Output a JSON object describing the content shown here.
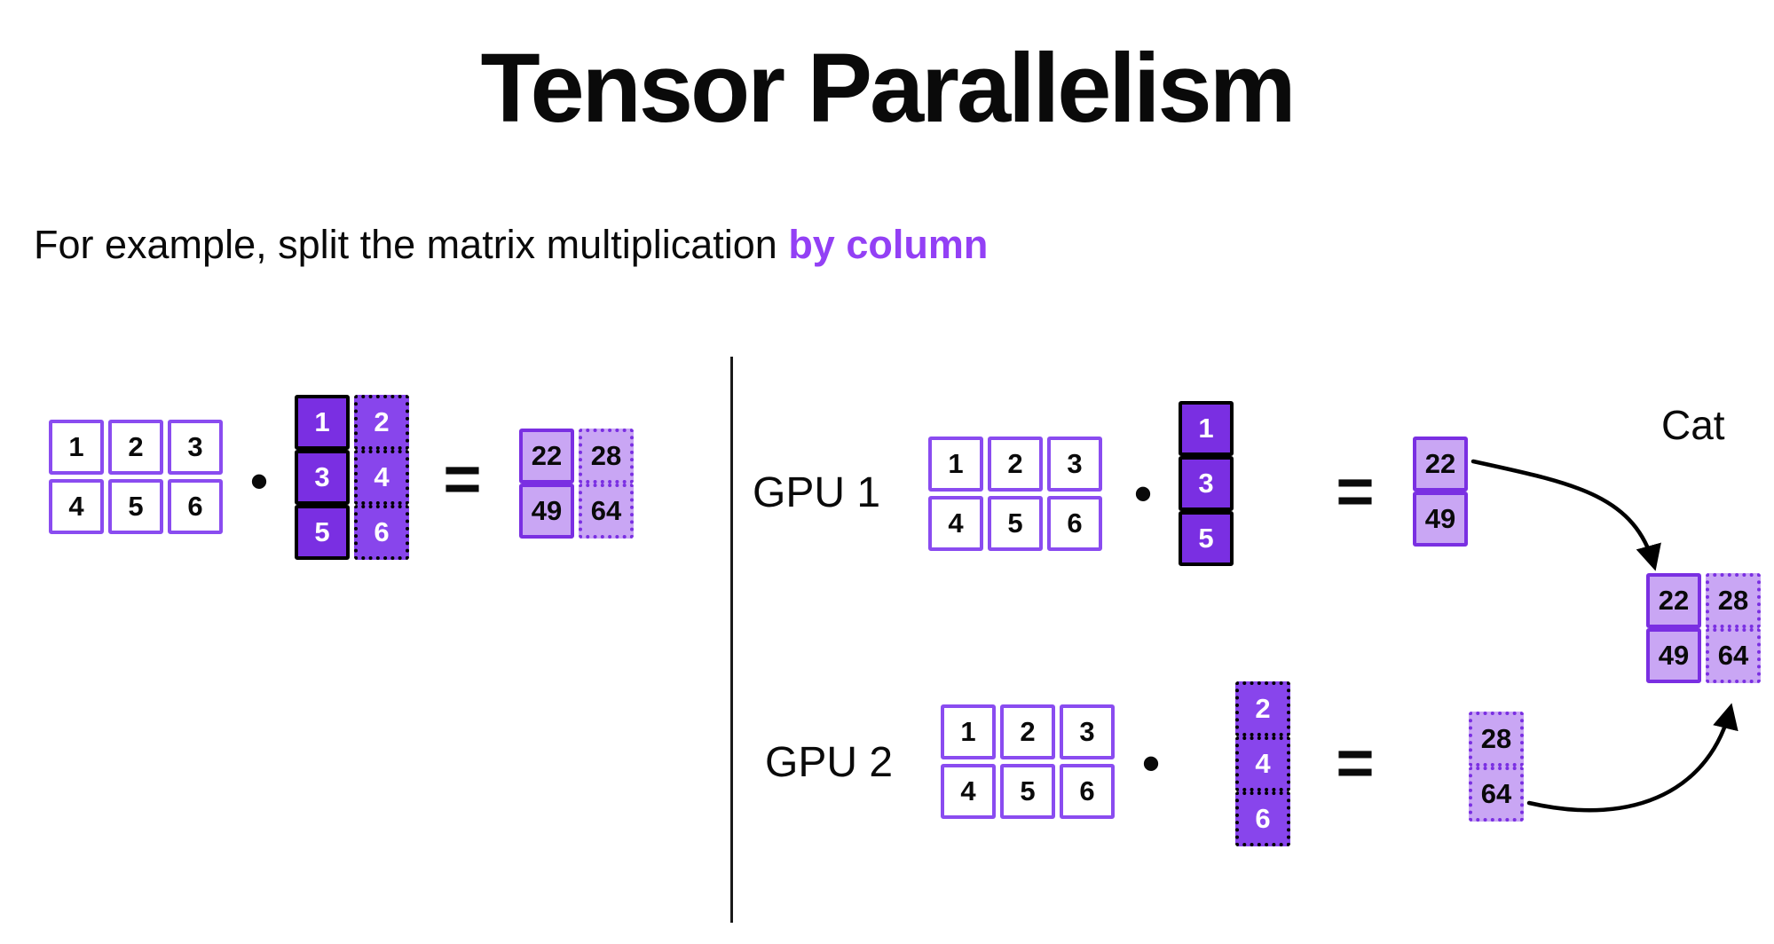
{
  "title": "Tensor Parallelism",
  "subtitle": {
    "text": "For example, split the matrix multiplication",
    "highlight": "by column"
  },
  "operators": {
    "dot": "•",
    "equals": "="
  },
  "labels": {
    "gpu1": "GPU 1",
    "gpu2": "GPU 2",
    "cat": "Cat"
  },
  "colors": {
    "accent_solid": "#7a2fe2",
    "accent_dotted": "#8845ec",
    "accent_light": "#c9a6f4",
    "accent_border": "#8a4cf0",
    "highlight_text": "#9340f5",
    "arrow": "#000000"
  },
  "left_example": {
    "matrix_a": [
      [
        1,
        2,
        3
      ],
      [
        4,
        5,
        6
      ]
    ],
    "matrix_b_solid_col": [
      1,
      3,
      5
    ],
    "matrix_b_dotted_col": [
      2,
      4,
      6
    ],
    "result_solid_col": [
      22,
      49
    ],
    "result_dotted_col": [
      28,
      64
    ]
  },
  "gpu1": {
    "matrix_a": [
      [
        1,
        2,
        3
      ],
      [
        4,
        5,
        6
      ]
    ],
    "vector": [
      1,
      3,
      5
    ],
    "result": [
      22,
      49
    ]
  },
  "gpu2": {
    "matrix_a": [
      [
        1,
        2,
        3
      ],
      [
        4,
        5,
        6
      ]
    ],
    "vector": [
      2,
      4,
      6
    ],
    "result": [
      28,
      64
    ]
  },
  "cat": {
    "solid_col": [
      22,
      49
    ],
    "dotted_col": [
      28,
      64
    ]
  }
}
